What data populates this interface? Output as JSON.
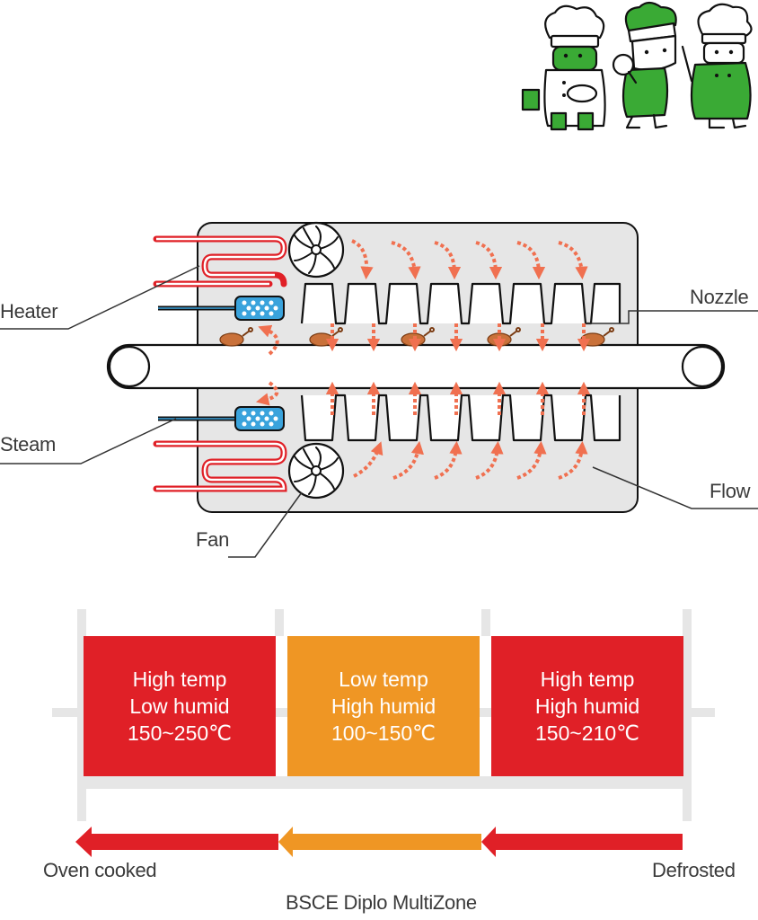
{
  "diagram": {
    "labels": {
      "heater": "Heater",
      "steam": "Steam",
      "fan": "Fan",
      "nozzle": "Nozzle",
      "flow": "Flow"
    }
  },
  "zones": [
    {
      "line1": "High temp",
      "line2": "Low humid",
      "line3": "150~250℃",
      "color": "#e02027"
    },
    {
      "line1": "Low temp",
      "line2": "High humid",
      "line3": "100~150℃",
      "color": "#ef9624"
    },
    {
      "line1": "High temp",
      "line2": "High humid",
      "line3": "150~210℃",
      "color": "#e02027"
    }
  ],
  "process": {
    "start_label": "Oven cooked",
    "end_label": "Defrosted",
    "caption": "BSCE Diplo MultiZone"
  },
  "colors": {
    "red": "#e02027",
    "orange": "#ef9624",
    "mascot_green": "#3aaa35",
    "oven_body": "#e6e6e6",
    "flow_arrow": "#f07050",
    "steam_box": "#3aa3dc"
  }
}
